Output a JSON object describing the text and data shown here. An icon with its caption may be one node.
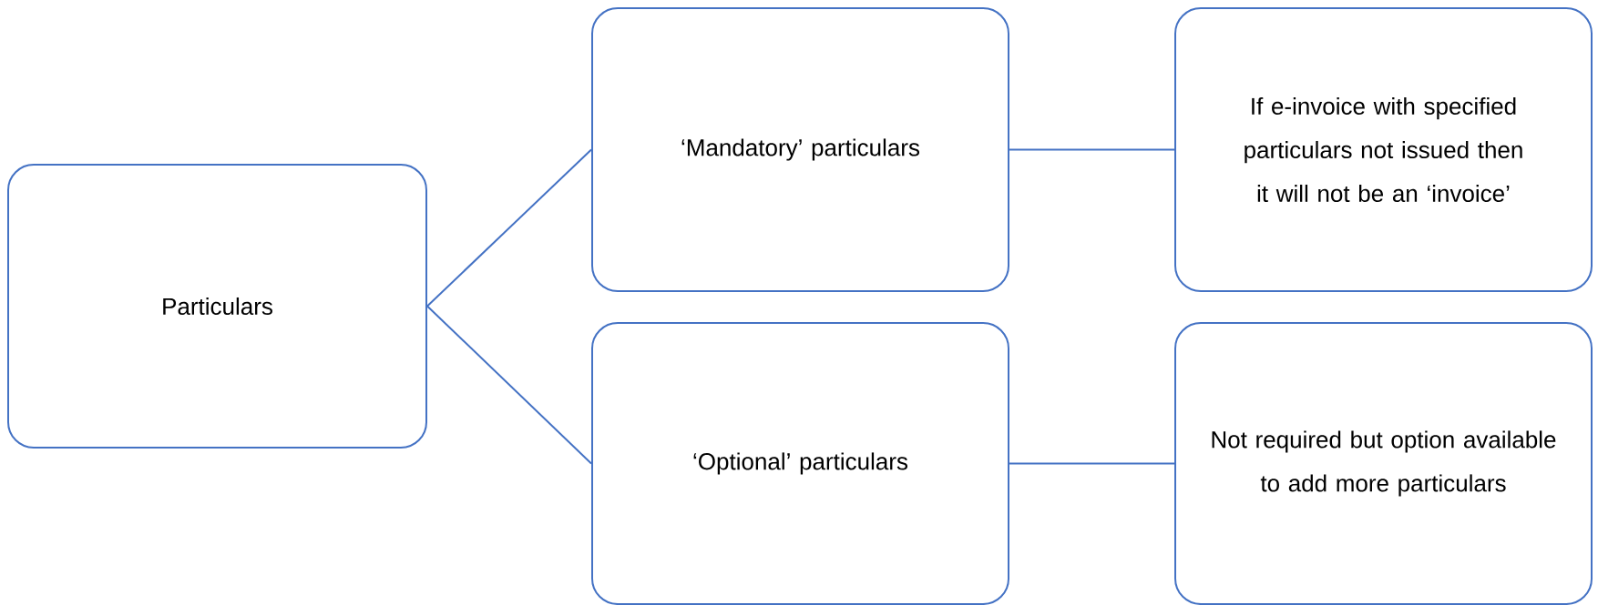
{
  "diagram": {
    "nodes": [
      {
        "text": [
          "Particulars"
        ]
      },
      {
        "text": [
          "‘Mandatory’ particulars"
        ]
      },
      {
        "text": [
          "If e-invoice with specified particulars not issued then it will not be an ‘invoice’"
        ]
      },
      {
        "text": [
          "‘Optional’ particulars"
        ]
      },
      {
        "text": [
          "Not required but option available to add more particulars"
        ]
      }
    ],
    "edges": [
      {
        "from": 0,
        "to": 1,
        "arrow": "none"
      },
      {
        "from": 1,
        "to": 2,
        "arrow": "none"
      },
      {
        "from": 0,
        "to": 3,
        "arrow": "none"
      },
      {
        "from": 3,
        "to": 4,
        "arrow": "none"
      }
    ]
  }
}
